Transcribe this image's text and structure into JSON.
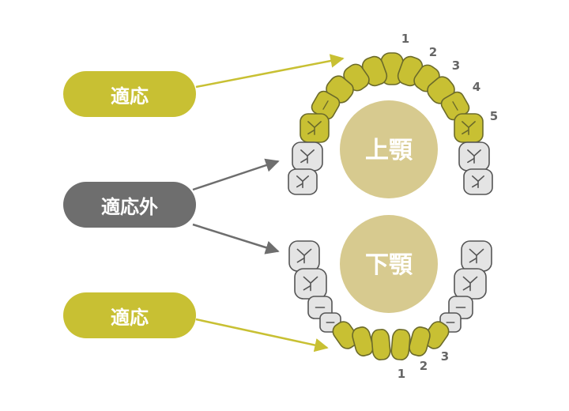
{
  "labels": {
    "indicated_top": "適応",
    "not_indicated": "適応外",
    "indicated_bottom": "適応"
  },
  "jaws": {
    "upper": "上顎",
    "lower": "下顎"
  },
  "upper_tooth_numbers": [
    "1",
    "2",
    "3",
    "4",
    "5"
  ],
  "lower_tooth_numbers": [
    "1",
    "2",
    "3"
  ],
  "colors": {
    "indicated": "#c8c033",
    "indicated_stroke": "#6b6a2a",
    "not_indicated": "#6e6e6e",
    "tooth_gray": "#e4e4e4",
    "tooth_gray_stroke": "#555555",
    "jaw_circle": "#d7ca8f"
  }
}
